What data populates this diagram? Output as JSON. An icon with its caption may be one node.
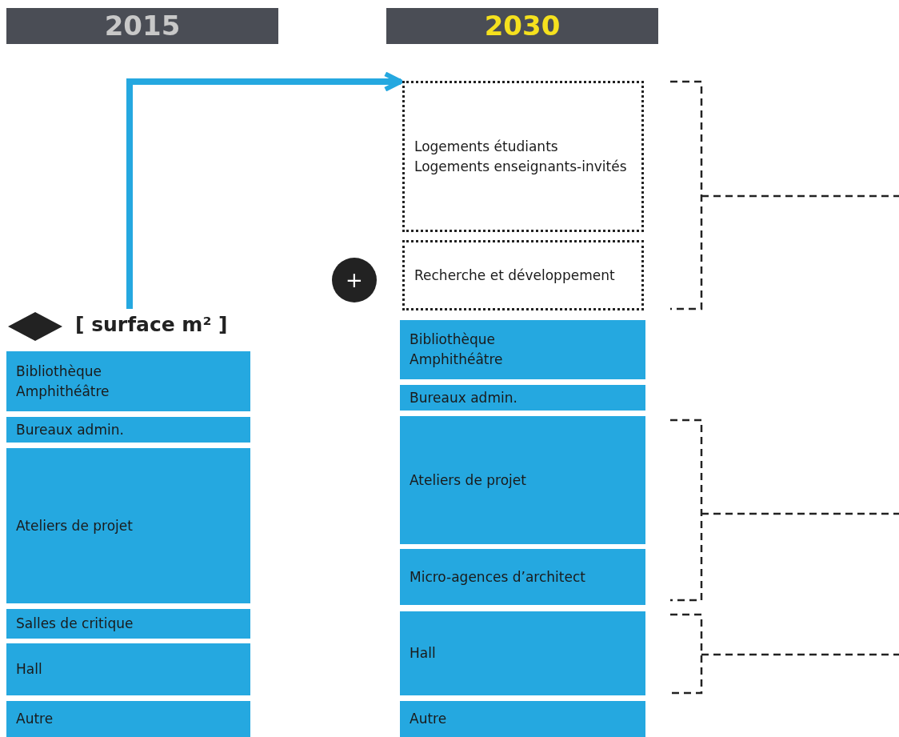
{
  "diagram": {
    "nodes": [
      {
        "text": [
          "2015"
        ]
      },
      {
        "text": [
          "2030"
        ]
      },
      {
        "text": [],
        "shape": "diamond",
        "beside": [
          "[ surface m² ]"
        ]
      },
      {
        "text": [
          "Bibliothèque",
          "Amphithéâtre"
        ]
      },
      {
        "text": [
          "Bureaux admin."
        ]
      },
      {
        "text": [
          "Ateliers de projet"
        ]
      },
      {
        "text": [
          "Salles de critique"
        ]
      },
      {
        "text": [
          "Hall"
        ]
      },
      {
        "text": [
          "Autre"
        ]
      },
      {
        "text": [
          "+"
        ]
      },
      {
        "text": [
          "Logements étudiants",
          "Logements enseignants-invités"
        ]
      },
      {
        "text": [
          "Recherche et développement"
        ]
      },
      {
        "text": [
          "Bibliothèque",
          "Amphithéâtre"
        ]
      },
      {
        "text": [
          "Bureaux admin."
        ]
      },
      {
        "text": [
          "Ateliers de projet"
        ]
      },
      {
        "text": [
          "Micro-agences d’architect"
        ]
      },
      {
        "text": [
          "Hall"
        ]
      },
      {
        "text": [
          "Autre"
        ]
      }
    ],
    "edges": [
      {
        "from": 2,
        "to": 10,
        "arrow": "to"
      }
    ]
  }
}
